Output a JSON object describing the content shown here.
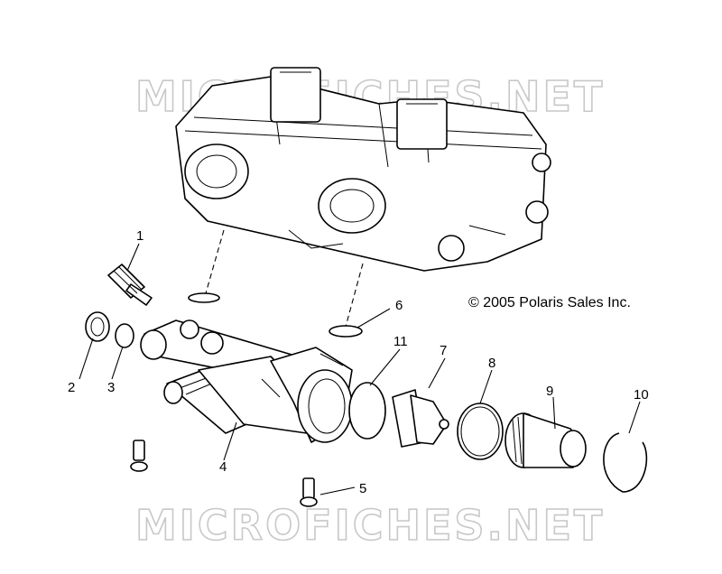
{
  "watermark": "MICROFICHES.NET",
  "copyright": "© 2005 Polaris Sales Inc.",
  "callouts": [
    "1",
    "2",
    "3",
    "4",
    "5",
    "6",
    "7",
    "8",
    "9",
    "10",
    "11"
  ]
}
